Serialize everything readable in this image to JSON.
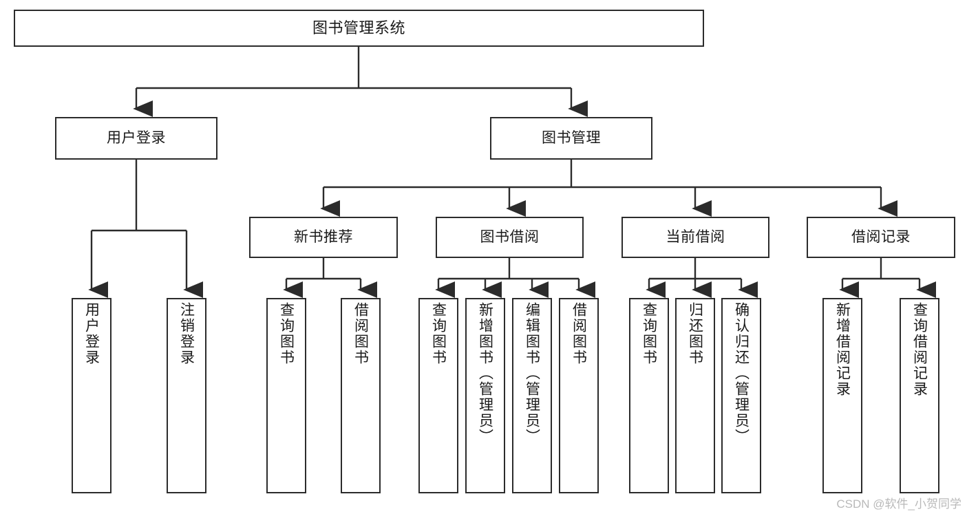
{
  "diagram": {
    "title": "图书管理系统",
    "type": "tree-hierarchy",
    "orientation": "top-down",
    "colors": {
      "box_border": "#2b2b2b",
      "box_fill": "#ffffff",
      "connector": "#2b2b2b",
      "text": "#1a1a1a",
      "watermark": "#b9b9b9",
      "background": "#ffffff"
    }
  },
  "root": {
    "label": "图书管理系统"
  },
  "level2": {
    "user_login": {
      "label": "用户登录"
    },
    "book_manage": {
      "label": "图书管理"
    }
  },
  "level3": {
    "new_book_recommend": {
      "label": "新书推荐"
    },
    "book_borrow": {
      "label": "图书借阅"
    },
    "current_borrow": {
      "label": "当前借阅"
    },
    "borrow_record": {
      "label": "借阅记录"
    }
  },
  "leaves": {
    "user_login_children": [
      {
        "label": "用户登录"
      },
      {
        "label": "注销登录"
      }
    ],
    "new_book_recommend_children": [
      {
        "label": "查询图书"
      },
      {
        "label": "借阅图书"
      }
    ],
    "book_borrow_children": [
      {
        "label": "查询图书"
      },
      {
        "label": "新增图书（管理员）"
      },
      {
        "label": "编辑图书（管理员）"
      },
      {
        "label": "借阅图书"
      }
    ],
    "current_borrow_children": [
      {
        "label": "查询图书"
      },
      {
        "label": "归还图书"
      },
      {
        "label": "确认归还（管理员）"
      }
    ],
    "borrow_record_children": [
      {
        "label": "新增借阅记录"
      },
      {
        "label": "查询借阅记录"
      }
    ]
  },
  "watermark": {
    "text": "CSDN @软件_小贺同学"
  }
}
